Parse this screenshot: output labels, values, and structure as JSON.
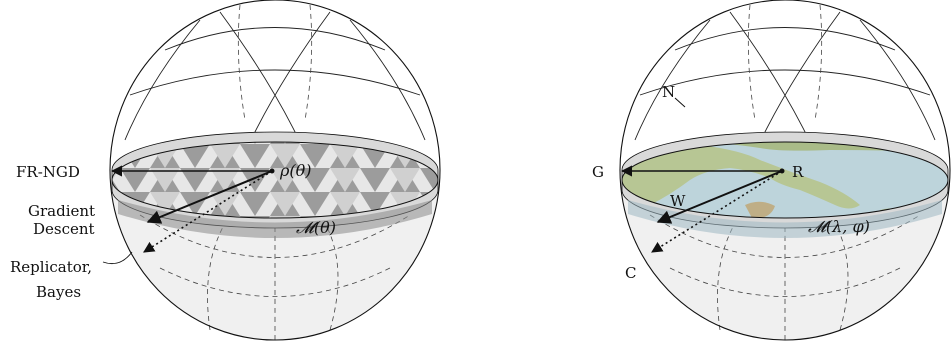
{
  "left_figure": {
    "labels": {
      "fr_ngd": "FR-NGD",
      "gradient": "Gradient",
      "descent": "Descent",
      "replicator": "Replicator,",
      "bayes": "Bayes",
      "point": "ρ(θ)",
      "manifold": "𝓜(θ)"
    }
  },
  "right_figure": {
    "labels": {
      "north": "N",
      "g": "G",
      "r": "R",
      "w": "W",
      "c": "C",
      "manifold": "𝓜(λ, φ)"
    }
  },
  "colors": {
    "disk_light": "#e6e6e6",
    "disk_dark": "#9a9a9a",
    "rim_gray": "#d8d8d8",
    "sea": "#bcd3da",
    "land": "#b9c79a",
    "lower_shade": "#eeeeee"
  }
}
